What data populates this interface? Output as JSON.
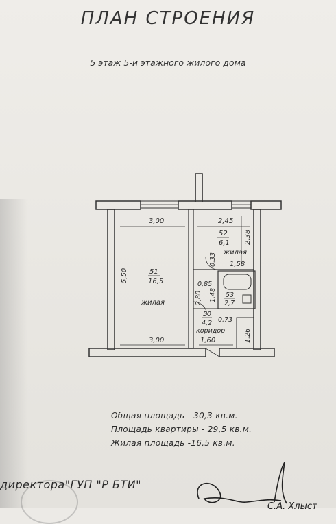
{
  "header": {
    "title": "ПЛАН СТРОЕНИЯ",
    "subtitle": "5 этаж 5-и этажного жилого дома"
  },
  "plan": {
    "dims": {
      "top_left": "3,00",
      "top_right": "2,45",
      "left_height": "5,50",
      "right_height": "2,38",
      "bottom_left": "3,00",
      "corridor_width": "1,60",
      "bath_width": "1,58",
      "corridor_height": "2,80",
      "gap_033": "0,33",
      "gap_085": "0,85",
      "bath_height": "1,48",
      "closet_width": "0,73",
      "closet_height": "1,26"
    },
    "rooms": {
      "r51_num": "51",
      "r51_area": "16,5",
      "r51_label": "жилая",
      "r52_num": "52",
      "r52_area": "6,1",
      "r52_label": "жилая",
      "r53_num": "53",
      "r53_area": "2,7",
      "r50_num": "50",
      "r50_area": "4,2",
      "r50_label": "коридор"
    }
  },
  "areas": {
    "total": "Общая площадь - 30,3 кв.м.",
    "apartment": "Площадь квартиры - 29,5 кв.м.",
    "living": "Жилая площадь -16,5 кв.м."
  },
  "footer": {
    "signature_line": "директора\"ГУП \"Р БТИ\"",
    "name_fragment": "С.А. Хлыст"
  },
  "colors": {
    "ink": "#2a2a2a",
    "paper": "#eceae6"
  }
}
